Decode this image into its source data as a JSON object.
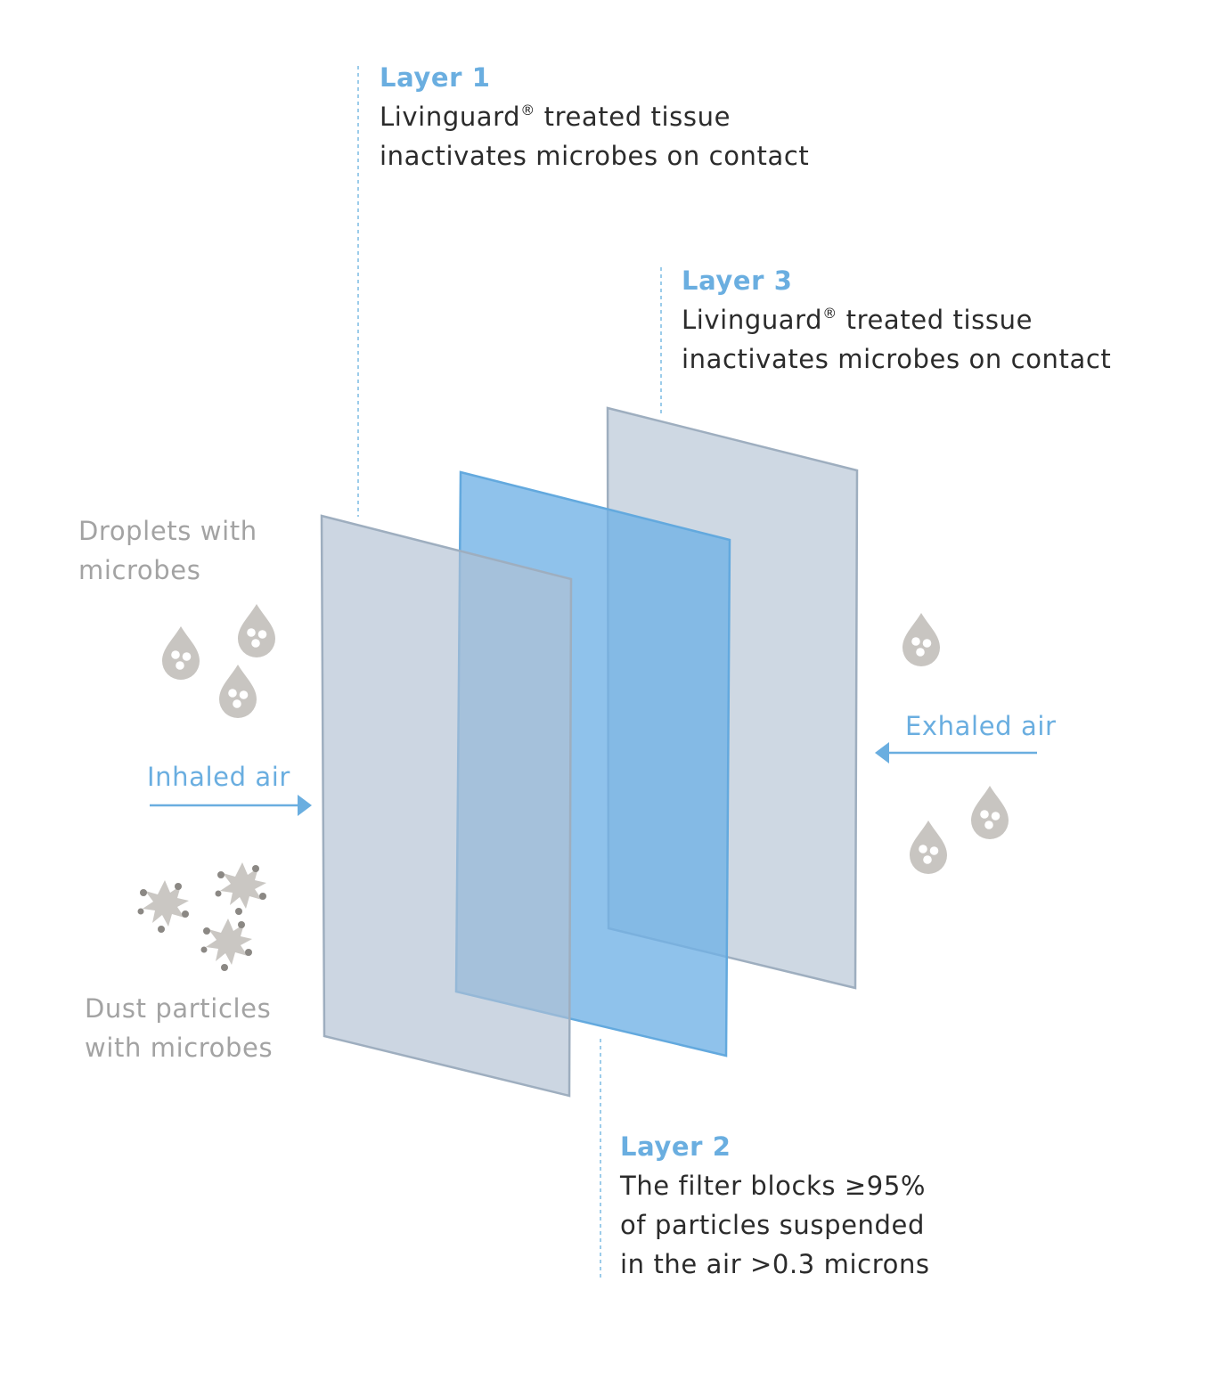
{
  "colors": {
    "accent": "#6aaee0",
    "panel_fill": "#c6d1de",
    "panel_stroke": "#9eaebf",
    "filter_fill": "#6fb1e6",
    "filter_stroke": "#63a9de",
    "droplet": "#c8c5c1",
    "dust": "#cac7c3",
    "dust_dot": "#8b8884",
    "label_gray": "#a3a3a3",
    "text_dark": "#2b2b2b"
  },
  "layer1": {
    "title": "Layer 1",
    "brand": "Livinguard",
    "mark": "®",
    "line1_rest": " treated tissue",
    "line2": "inactivates microbes on contact"
  },
  "layer3": {
    "title": "Layer 3",
    "brand": "Livinguard",
    "mark": "®",
    "line1_rest": " treated tissue",
    "line2": "inactivates microbes on contact"
  },
  "layer2": {
    "title": "Layer 2",
    "lines": [
      "The filter blocks ≥95%",
      "of particles suspended",
      "in the air >0.3 microns"
    ]
  },
  "droplets_label": [
    "Droplets with",
    "microbes"
  ],
  "dust_label": [
    "Dust particles",
    "with microbes"
  ],
  "inhaled_label": "Inhaled air",
  "exhaled_label": "Exhaled air"
}
